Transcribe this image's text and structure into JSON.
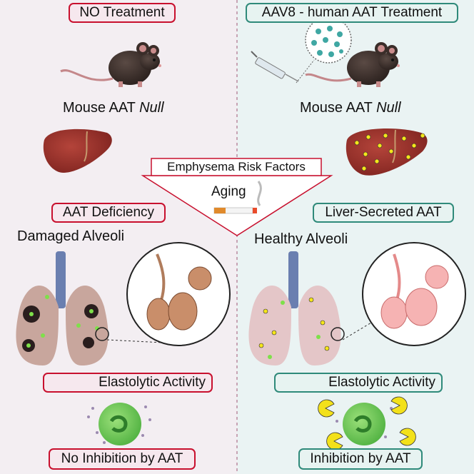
{
  "left": {
    "header": "NO Treatment",
    "mouse_label": "Mouse AAT",
    "mouse_label_italic": "Null",
    "deficiency_box": "AAT Deficiency",
    "alveoli_title": "Damaged Alveoli",
    "elastolytic_box": "Elastolytic Activity",
    "inhibition_box": "No Inhibition by AAT"
  },
  "right": {
    "header": "AAV8 - human AAT Treatment",
    "mouse_label": "Mouse AAT",
    "mouse_label_italic": "Null",
    "secreted_box": "Liver-Secreted  AAT",
    "alveoli_title": "Healthy Alveoli",
    "elastolytic_box": "Elastolytic Activity",
    "inhibition_box": "Inhibition by AAT"
  },
  "center": {
    "risk_title": "Emphysema Risk Factors",
    "aging_label": "Aging"
  },
  "colors": {
    "left_bg": "#f3eef2",
    "right_bg": "#eaf3f3",
    "red_border": "#c8102e",
    "teal_border": "#2f8a7a",
    "arrow_up": "#e8231f",
    "arrow_down": "#e8231f"
  }
}
